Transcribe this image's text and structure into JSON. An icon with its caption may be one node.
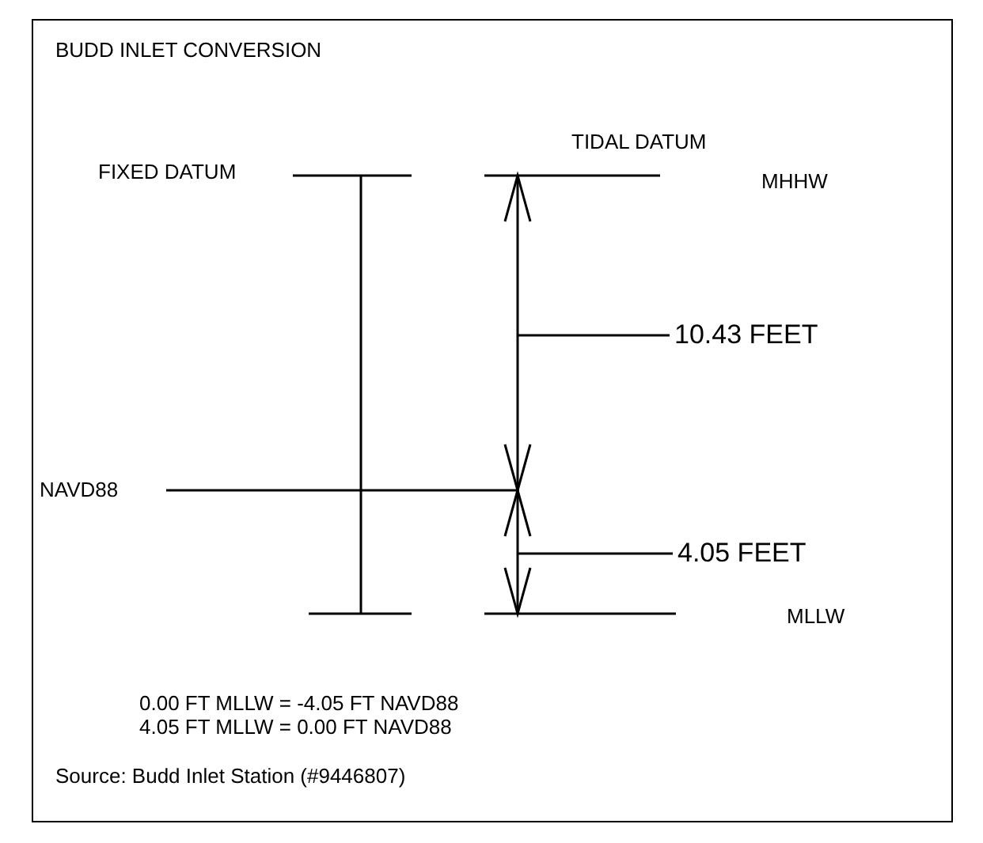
{
  "diagram": {
    "title": "BUDD INLET CONVERSION",
    "labels": [
      "FIXED DATUM",
      "TIDAL DATUM",
      "MHHW",
      "10.43 FEET",
      "NAVD88",
      "4.05 FEET",
      "MLLW",
      "0.00 FT MLLW = -4.05 FT NAVD88",
      "4.05 FT MLLW = 0.00 FT NAVD88",
      "Source: Budd Inlet Station (#9446807)"
    ]
  }
}
